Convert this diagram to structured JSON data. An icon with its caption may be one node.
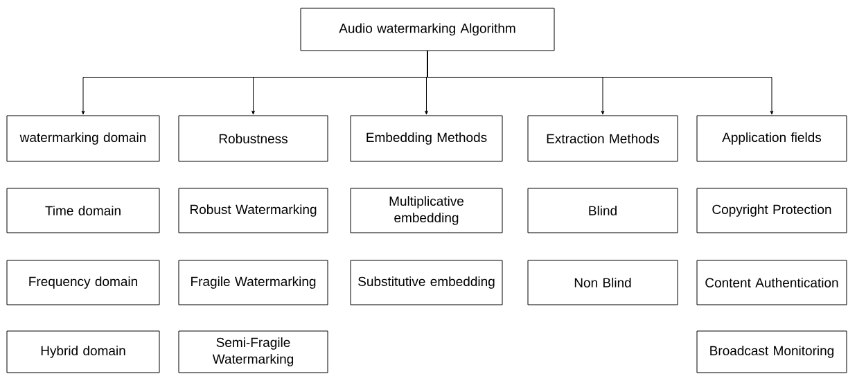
{
  "diagram": {
    "nodes": [
      {
        "text": [
          "Audio watermarking Algorithm"
        ]
      },
      {
        "text": [
          "watermarking domain"
        ]
      },
      {
        "text": [
          "Robustness"
        ]
      },
      {
        "text": [
          "Embedding Methods"
        ]
      },
      {
        "text": [
          "Extraction Methods"
        ]
      },
      {
        "text": [
          "Application fields"
        ]
      },
      {
        "text": [
          "Time domain"
        ]
      },
      {
        "text": [
          "Robust Watermarking"
        ]
      },
      {
        "text": [
          "Multiplicative embedding"
        ]
      },
      {
        "text": [
          "Blind"
        ]
      },
      {
        "text": [
          "Copyright Protection"
        ]
      },
      {
        "text": [
          "Frequency domain"
        ]
      },
      {
        "text": [
          "Fragile Watermarking"
        ]
      },
      {
        "text": [
          "Substitutive embedding"
        ]
      },
      {
        "text": [
          "Non Blind"
        ]
      },
      {
        "text": [
          "Content Authentication"
        ]
      },
      {
        "text": [
          "Hybrid domain"
        ]
      },
      {
        "text": [
          "Semi-Fragile Watermarking"
        ]
      },
      {
        "text": [
          "Broadcast Monitoring"
        ]
      }
    ],
    "edges": [
      {
        "from": 0,
        "to": 1,
        "arrow": "to"
      },
      {
        "from": 0,
        "to": 2,
        "arrow": "to"
      },
      {
        "from": 0,
        "to": 3,
        "arrow": "to"
      },
      {
        "from": 0,
        "to": 4,
        "arrow": "to"
      },
      {
        "from": 0,
        "to": 5,
        "arrow": "to"
      }
    ]
  }
}
